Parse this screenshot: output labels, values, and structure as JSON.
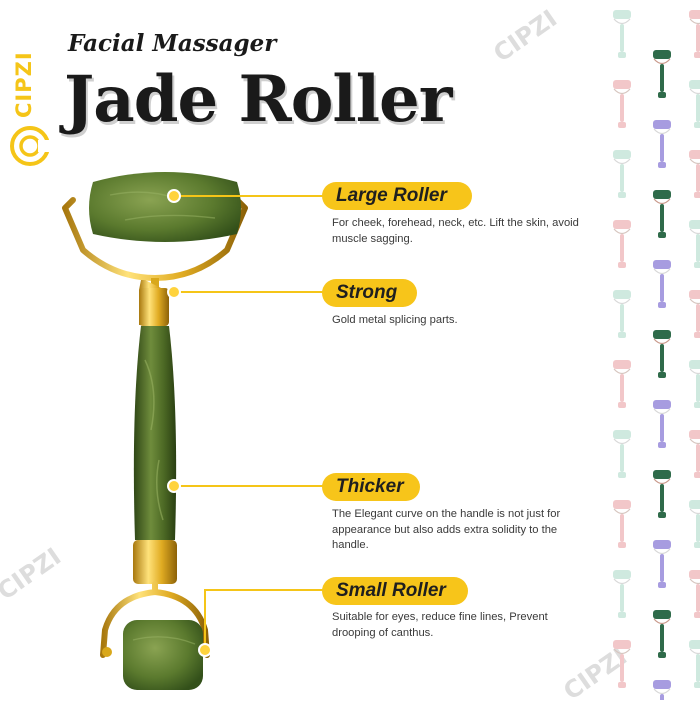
{
  "brand": {
    "name": "CIPZI",
    "color": "#f5c518"
  },
  "header": {
    "subtitle": "Facial Massager",
    "title": "Jade Roller"
  },
  "features": [
    {
      "label": "Large Roller",
      "description": "For cheek, forehead, neck, etc. Lift the skin, avoid muscle sagging."
    },
    {
      "label": "Strong",
      "description": "Gold metal splicing parts."
    },
    {
      "label": "Thicker",
      "description": "The Elegant curve on the handle is not just for appearance but also adds extra solidity to the handle."
    },
    {
      "label": "Small Roller",
      "description": "Suitable for eyes, reduce fine lines, Prevent drooping of canthus."
    }
  ],
  "watermark_text": "CIPZI",
  "colors": {
    "accent": "#f7c51a",
    "jade": "#4f6b2b",
    "gold": "#d9a81b",
    "text": "#1a1a1a"
  },
  "decor": {
    "pattern_icons": [
      "mint-roller-icon",
      "green-roller-icon",
      "pink-roller-icon",
      "lavender-roller-icon"
    ]
  }
}
